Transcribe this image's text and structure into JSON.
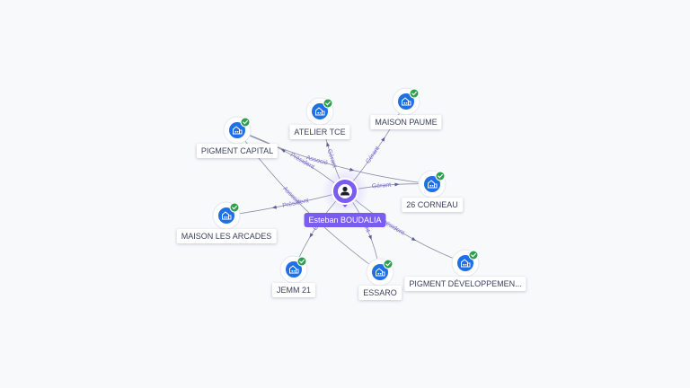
{
  "person": {
    "name": "Esteban BOUDALIA",
    "icon": "person-icon",
    "color": "#7b5cf0"
  },
  "colors": {
    "company_icon": "#1f6fe5",
    "check_badge": "#2e9e4f",
    "edge_line": "#8b8ea8",
    "edge_label": "#7b6fd9"
  },
  "companies": [
    {
      "id": "pigment-capital",
      "label": "PIGMENT CAPITAL",
      "icon": "building-icon",
      "verified": true
    },
    {
      "id": "atelier-tce",
      "label": "ATELIER TCE",
      "icon": "building-icon",
      "verified": true
    },
    {
      "id": "maison-paume",
      "label": "MAISON PAUME",
      "icon": "building-icon",
      "verified": true
    },
    {
      "id": "26-corneau",
      "label": "26 CORNEAU",
      "icon": "building-icon",
      "verified": true
    },
    {
      "id": "maison-les-arcades",
      "label": "MAISON LES ARCADES",
      "icon": "building-icon",
      "verified": true
    },
    {
      "id": "jemm-21",
      "label": "JEMM 21",
      "icon": "building-icon",
      "verified": true
    },
    {
      "id": "essaro",
      "label": "ESSARO",
      "icon": "building-icon",
      "verified": true
    },
    {
      "id": "pigment-developpement",
      "label": "PIGMENT DÉVELOPPEMEN...",
      "icon": "building-icon",
      "verified": true
    }
  ],
  "edges": [
    {
      "to": "pigment-capital",
      "label": "Président"
    },
    {
      "to": "atelier-tce",
      "label": "Gérant"
    },
    {
      "to": "maison-paume",
      "label": "Gérant"
    },
    {
      "to": "26-corneau",
      "label": "Gérant"
    },
    {
      "to": "maison-les-arcades",
      "label": "Président"
    },
    {
      "to": "jemm-21",
      "label": "Gérant"
    },
    {
      "to": "essaro",
      "label": "Gérant"
    },
    {
      "to": "pigment-developpement",
      "label": "Président"
    },
    {
      "from": "pigment-capital",
      "to": "26-corneau",
      "label": "Associé"
    },
    {
      "from": "pigment-capital",
      "to": "essaro",
      "label": "Associé"
    }
  ]
}
